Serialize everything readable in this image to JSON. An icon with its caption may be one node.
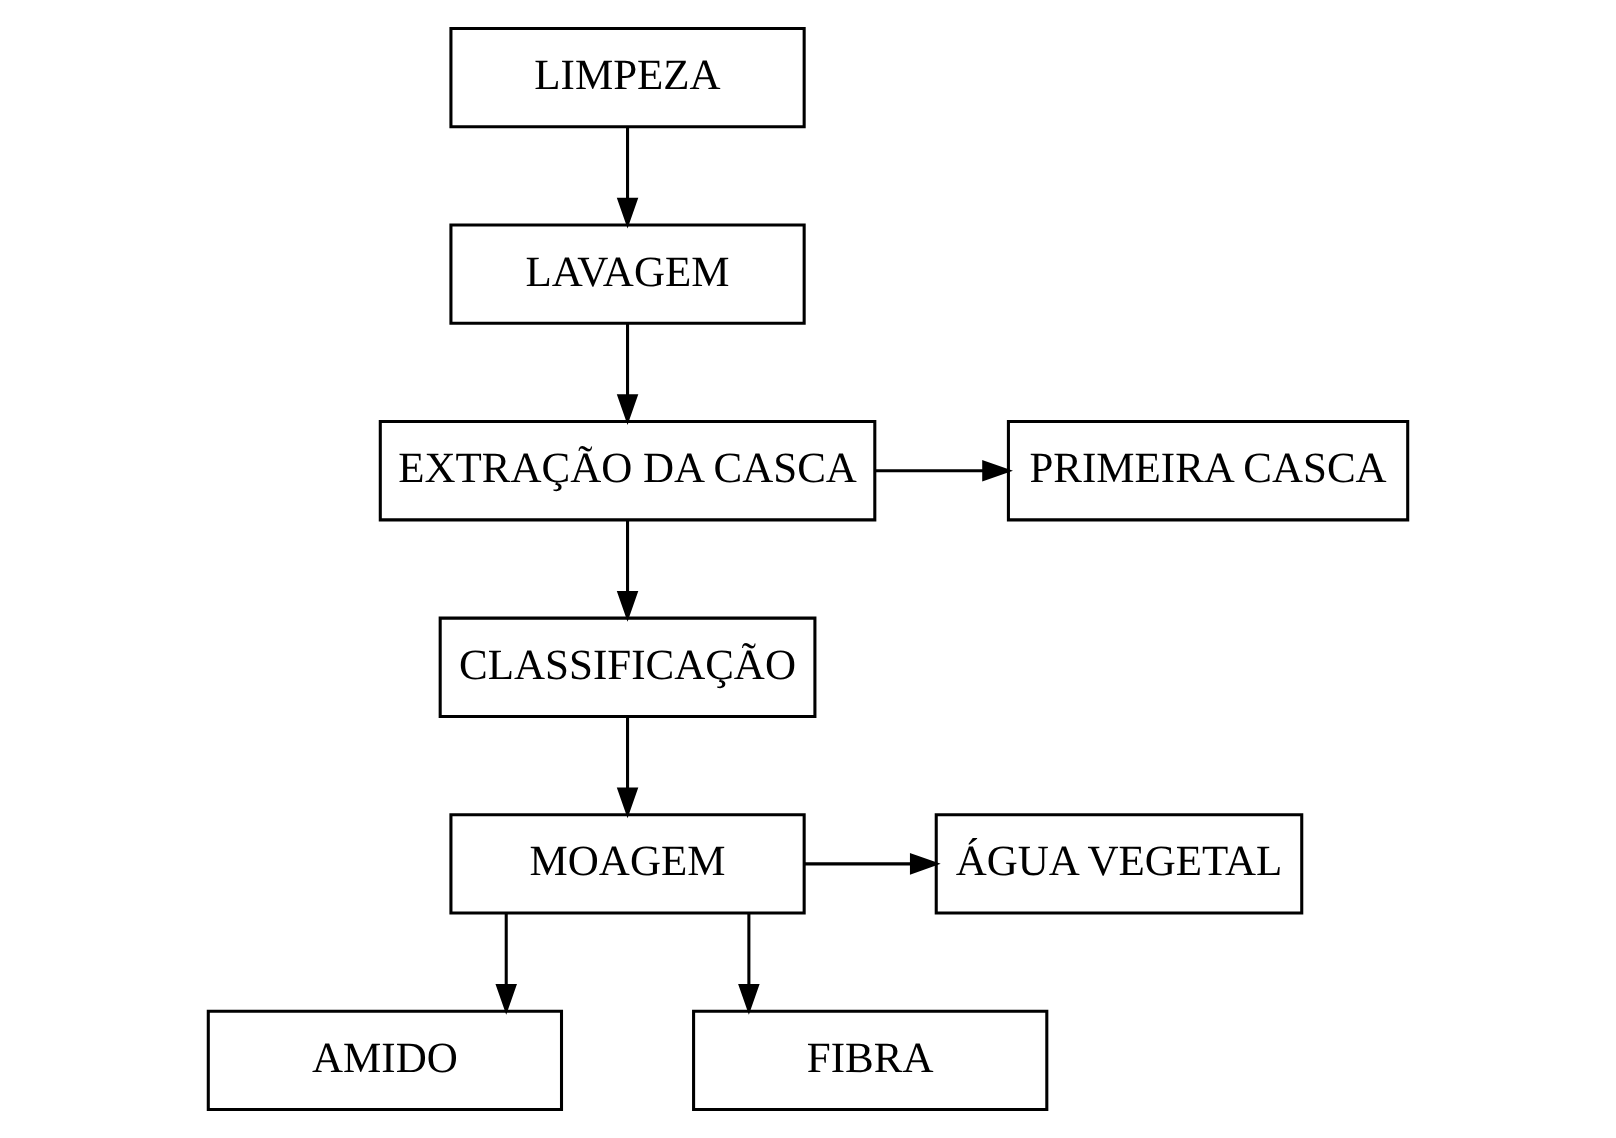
{
  "diagram": {
    "nodes": [
      {
        "text": [
          "LIMPEZA"
        ]
      },
      {
        "text": [
          "LAVAGEM"
        ]
      },
      {
        "text": [
          "EXTRAÇÃO DA CASCA"
        ]
      },
      {
        "text": [
          "PRIMEIRA CASCA"
        ]
      },
      {
        "text": [
          "CLASSIFICAÇÃO"
        ]
      },
      {
        "text": [
          "ÁGUA VEGETAL"
        ]
      },
      {
        "text": [
          "MOAGEM"
        ]
      },
      {
        "text": [
          "AMIDO"
        ]
      },
      {
        "text": [
          "FIBRA"
        ]
      }
    ],
    "edges": [
      {
        "from": 0,
        "to": 1,
        "arrow": "to"
      },
      {
        "from": 1,
        "to": 2,
        "arrow": "to"
      },
      {
        "from": 2,
        "to": 3,
        "arrow": "to"
      },
      {
        "from": 2,
        "to": 4,
        "arrow": "to"
      },
      {
        "from": 4,
        "to": 6,
        "arrow": "to"
      },
      {
        "from": 6,
        "to": 5,
        "arrow": "to"
      },
      {
        "from": 6,
        "to": 7,
        "arrow": "to"
      },
      {
        "from": 6,
        "to": 8,
        "arrow": "to"
      }
    ]
  }
}
